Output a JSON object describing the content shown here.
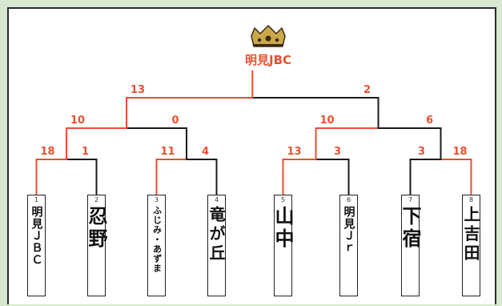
{
  "champion": "明見JBC",
  "colors": {
    "win": "#e8502f",
    "lose": "#1a1a1a",
    "frame": "#2b2b2b",
    "bg": "#d6e8cf",
    "crown": "#c9a94a"
  },
  "icons": {
    "crown": "crown-icon"
  },
  "teams": [
    {
      "seed": "1",
      "name": "明見ＪＢＣ"
    },
    {
      "seed": "2",
      "name": "忍野"
    },
    {
      "seed": "3",
      "name": "ふじみ・あずま"
    },
    {
      "seed": "4",
      "name": "竜が丘"
    },
    {
      "seed": "5",
      "name": "山中"
    },
    {
      "seed": "6",
      "name": "明見Ｊｒ"
    },
    {
      "seed": "7",
      "name": "下宿"
    },
    {
      "seed": "8",
      "name": "上吉田"
    }
  ],
  "round1": [
    {
      "left": "18",
      "right": "1",
      "winner": "left"
    },
    {
      "left": "11",
      "right": "4",
      "winner": "left"
    },
    {
      "left": "13",
      "right": "3",
      "winner": "left"
    },
    {
      "left": "3",
      "right": "18",
      "winner": "right"
    }
  ],
  "round2": [
    {
      "left": "10",
      "right": "0",
      "winner": "left"
    },
    {
      "left": "10",
      "right": "6",
      "winner": "left"
    }
  ],
  "final": {
    "left": "13",
    "right": "2",
    "winner": "left"
  }
}
